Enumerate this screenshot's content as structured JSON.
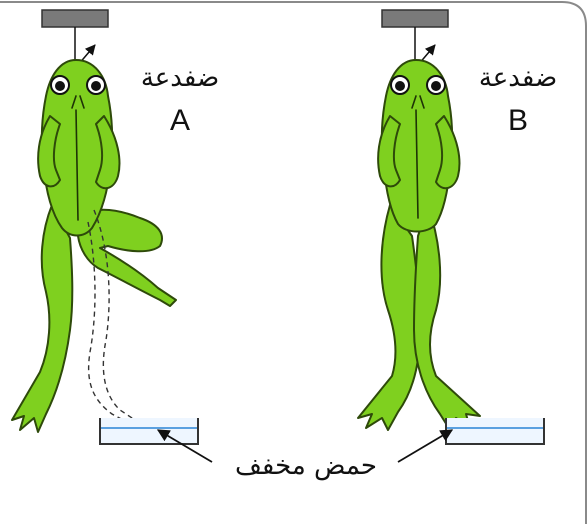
{
  "labels": {
    "frog_word": "ضفدعة",
    "frog_a": "A",
    "frog_b": "B",
    "acid": "حمض مخفف"
  },
  "colors": {
    "frog_fill": "#7fd01f",
    "outline": "#2e4a0a",
    "clamp": "#7a7a7a",
    "acid_line": "#5aa0e0",
    "frame": "#8a8a8a"
  }
}
